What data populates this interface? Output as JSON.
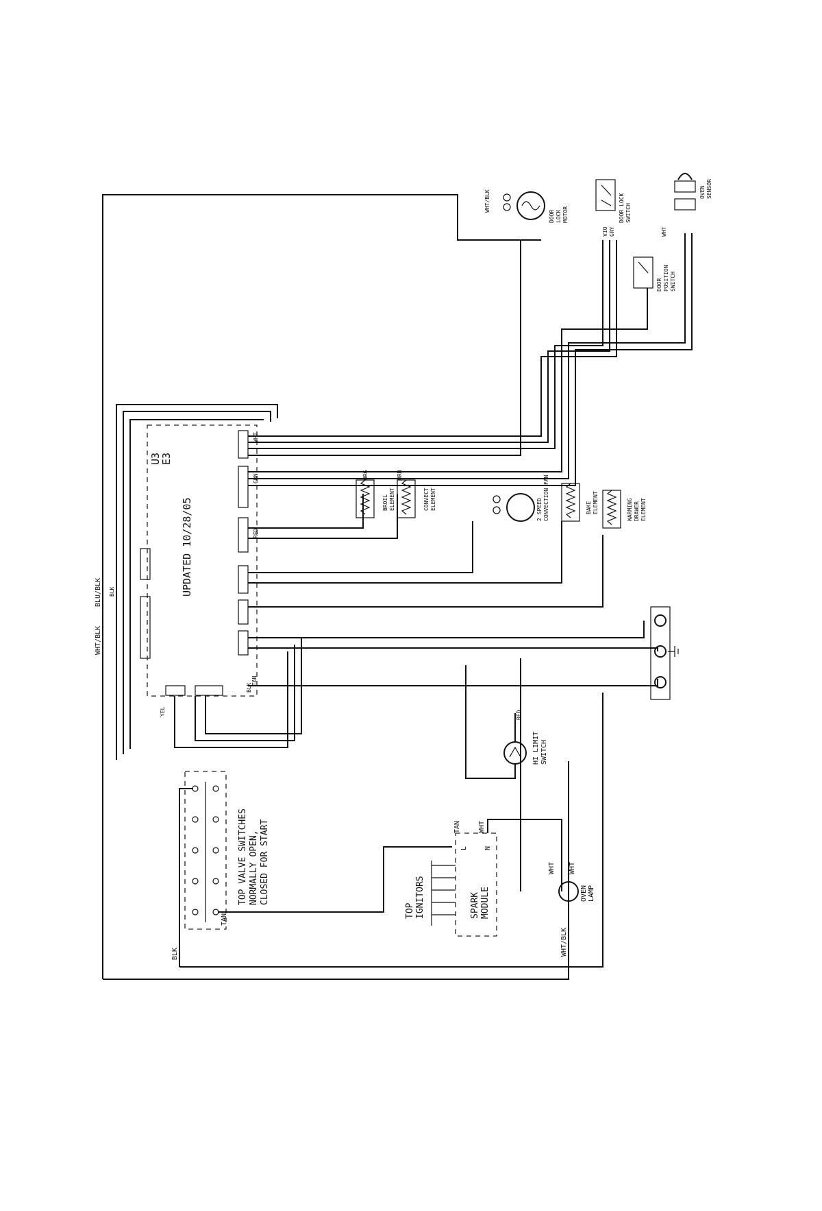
{
  "diagram": {
    "update_note": "UPDATED 10/28/05",
    "control_label_1": "U3",
    "control_label_2": "E3",
    "valve_note_1": "TOP VALVE SWITCHES",
    "valve_note_2": "NORMALLY OPEN,",
    "valve_note_3": "CLOSED FOR START",
    "spark_module_1": "SPARK",
    "spark_module_2": "MODULE",
    "spark_L": "L",
    "spark_N": "N",
    "top_igniters_1": "TOP",
    "top_igniters_2": "IGNITORS",
    "oven_lamp_1": "OVEN",
    "oven_lamp_2": "LAMP",
    "hi_limit_1": "HI LIMIT",
    "hi_limit_2": "SWITCH",
    "door_lock_motor_1": "DOOR",
    "door_lock_motor_2": "LOCK",
    "door_lock_motor_3": "MOTOR",
    "door_lock_switch_1": "DOOR LOCK",
    "door_lock_switch_2": "SWITCH",
    "door_position_switch_1": "DOOR",
    "door_position_switch_2": "POSITION",
    "door_position_switch_3": "SWITCH",
    "oven_sensor_1": "OVEN",
    "oven_sensor_2": "SENSOR",
    "broil_element_1": "BROIL",
    "broil_element_2": "ELEMENT",
    "convect_element_1": "CONVECT",
    "convect_element_2": "ELEMENT",
    "convection_fan_1": "2 SPEED",
    "convection_fan_2": "CONVECTION FAN",
    "bake_element_1": "BAKE",
    "bake_element_2": "ELEMENT",
    "warming_drawer_1": "WARMING",
    "warming_drawer_2": "DRAWER",
    "warming_drawer_3": "ELEMENT",
    "wire_wht_blk": "WHT/BLK",
    "wire_blu_blk": "BLU/BLK",
    "wire_blk": "BLK",
    "wire_tan": "TAN",
    "wire_wht": "WHT",
    "wire_red": "RED",
    "wire_grn": "GRN",
    "wire_yel": "YEL",
    "wire_brn": "BRN",
    "wire_org": "ORG",
    "wire_gry": "GRY",
    "wire_vio": "VIO"
  }
}
